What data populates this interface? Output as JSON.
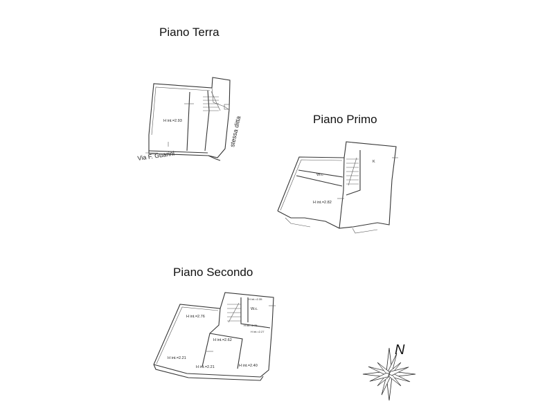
{
  "floors": {
    "terra": {
      "title": "Piano Terra",
      "label_height": "H int.=2.93",
      "street": "Via F. Guarini",
      "side_label": "stessa ditta"
    },
    "primo": {
      "title": "Piano Primo",
      "label_wc": "W.c.",
      "label_k": "K",
      "label_height": "H int.=2.82"
    },
    "secondo": {
      "title": "Piano Secondo",
      "label_h1": "H int.=2.76",
      "label_h2": "H int.=2.62",
      "label_h3": "H int.=2.21",
      "label_h4": "H int.=2.21",
      "label_h5": "H int.=2.40",
      "label_wc": "W.c.",
      "label_small1": "H int.=2.35",
      "label_small2": "H int.=2.75",
      "label_small3": "H int.=2.27"
    }
  },
  "compass": {
    "north_label": "N"
  }
}
